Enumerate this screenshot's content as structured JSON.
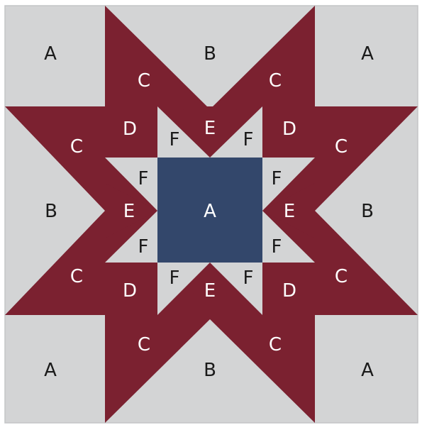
{
  "colors": {
    "background": "#d3d4d5",
    "star": "#7b2130",
    "star_inner_edge": "#8a2a3a",
    "center": "#33476b",
    "frame": "#c7c8ca"
  },
  "labels": {
    "a_tl": "A",
    "b_top": "B",
    "a_tr": "A",
    "c_top_l": "C",
    "c_top_r": "C",
    "c_left_u": "C",
    "d_tl": "D",
    "f_top_l": "F",
    "e_top": "E",
    "f_top_r": "F",
    "d_tr": "D",
    "c_right_u": "C",
    "f_left_u": "F",
    "f_right_u": "F",
    "b_left": "B",
    "e_left": "E",
    "a_center": "A",
    "e_right": "E",
    "b_right": "B",
    "f_left_l": "F",
    "f_right_l": "F",
    "c_left_l": "C",
    "d_bl": "D",
    "f_bot_l": "F",
    "e_bot": "E",
    "f_bot_r": "F",
    "d_br": "D",
    "c_right_l": "C",
    "c_bot_l": "C",
    "c_bot_r": "C",
    "a_bl": "A",
    "b_bot": "B",
    "a_br": "A"
  }
}
